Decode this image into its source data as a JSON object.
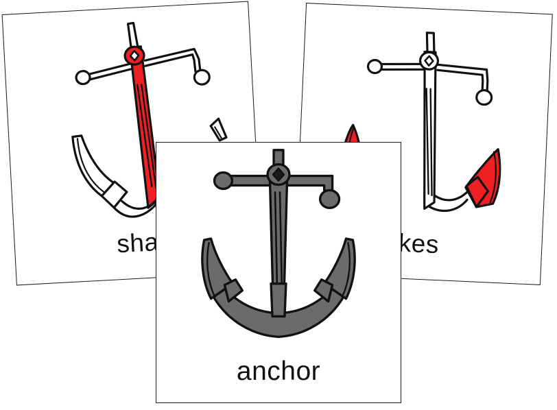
{
  "scene": {
    "kind": "nomenclature-card-set",
    "subject": "anchor",
    "background_color": "#ffffff"
  },
  "palette": {
    "ink": "#111111",
    "card_border": "#1a1a1a",
    "card_fill": "#ffffff",
    "highlight_red": "#ee2024",
    "anchor_gray": "#6b6b6b",
    "anchor_gray_dark": "#5a5a5a"
  },
  "cards": [
    {
      "id": "card-shank",
      "label": "shank",
      "visible_label_text": "sha",
      "position": "left",
      "rotation_deg": -3.1,
      "art": "anchor-outline-shank-highlighted",
      "highlight_part": "shank",
      "highlight_color": "#ee2024",
      "fill_style": "outline"
    },
    {
      "id": "card-flukes",
      "label": "flukes",
      "visible_label_text": "kes",
      "position": "right",
      "rotation_deg": 2.6,
      "art": "anchor-outline-flukes-highlighted",
      "highlight_part": "flukes",
      "highlight_color": "#ee2024",
      "fill_style": "outline"
    },
    {
      "id": "card-anchor",
      "label": "anchor",
      "visible_label_text": "anchor",
      "position": "center-front",
      "rotation_deg": 0,
      "art": "anchor-solid-gray",
      "highlight_part": "whole",
      "highlight_color": "#6b6b6b",
      "fill_style": "solid"
    }
  ]
}
